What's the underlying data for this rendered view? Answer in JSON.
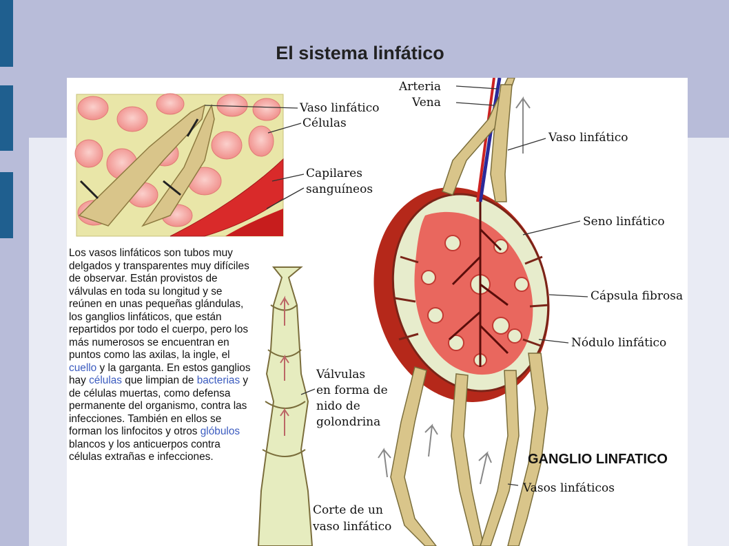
{
  "slide": {
    "title": "El sistema linfático"
  },
  "diagram": {
    "labels": {
      "vaso_linfatico_top": "Vaso linfático",
      "celulas": "Células",
      "capilares_1": "Capilares",
      "capilares_2": "sanguíneos",
      "arteria": "Arteria",
      "vena": "Vena",
      "vaso_linfatico_right": "Vaso linfático",
      "seno": "Seno linfático",
      "capsula": "Cápsula fibrosa",
      "nodulo": "Nódulo linfático",
      "valvulas_1": "Válvulas",
      "valvulas_2": "en forma de",
      "valvulas_3": "nido de",
      "valvulas_4": "golondrina",
      "ganglio_heading": "GANGLIO LINFATICO",
      "vasos_linfaticos": "Vasos linfáticos",
      "corte_1": "Corte de un",
      "corte_2": "vaso linfático"
    },
    "description": {
      "part1": "Los vasos linfáticos son tubos muy delgados y transparentes muy difíciles de observar. Están provistos de válvulas en toda su longitud y se reúnen en unas pequeñas glándulas, los ganglios linfáticos, que están repartidos por todo el cuerpo, pero los más numerosos se encuentran en puntos como las axilas, la ingle, el ",
      "link_cuello": "cuello",
      "part2": " y la garganta. En estos ganglios hay ",
      "link_celulas": "células",
      "part3": " que limpian de ",
      "link_bacterias": "bacterias",
      "part4": " y de células muertas, como defensa permanente del organismo, contra las infecciones. También en ellos se forman los linfocitos y otros ",
      "link_globulos": "glóbulos",
      "part5": " blancos y los anticuerpos contra células extrañas e infecciones."
    },
    "colors": {
      "background_top": "#b8bcd9",
      "background_lower": "#e9ebf4",
      "side_bar": "#1f5f8f",
      "vessel_tan": "#d9c58a",
      "tissue_red": "#e0453f",
      "cell_pink": "#f39a95",
      "link_blue": "#3b5bbf"
    }
  }
}
